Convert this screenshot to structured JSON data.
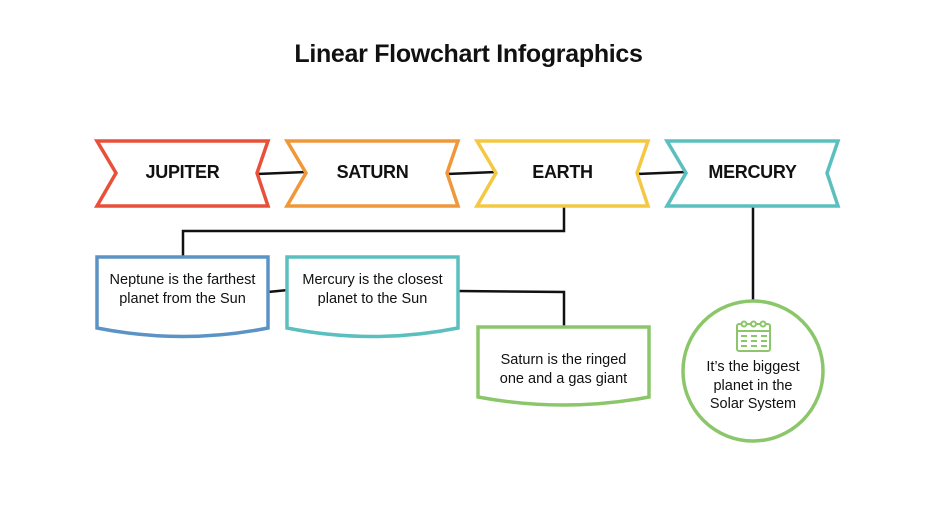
{
  "title": "Linear Flowchart Infographics",
  "colors": {
    "red": "#e8503a",
    "orange": "#f0973a",
    "yellow": "#f4c842",
    "teal": "#5bbfbf",
    "blue": "#5b93c4",
    "green": "#8bc76a",
    "line": "#111111"
  },
  "ribbons": [
    {
      "label": "JUPITER",
      "color": "#e8503a"
    },
    {
      "label": "SATURN",
      "color": "#f0973a"
    },
    {
      "label": "EARTH",
      "color": "#f4c842"
    },
    {
      "label": "MERCURY",
      "color": "#5bbfbf"
    }
  ],
  "boxes": [
    {
      "text": "Neptune is the farthest planet from the Sun",
      "color": "#5b93c4"
    },
    {
      "text": "Mercury is the closest planet to the Sun",
      "color": "#5bbfbf"
    },
    {
      "text": "Saturn is the ringed one and a gas giant",
      "color": "#8bc76a"
    }
  ],
  "circle": {
    "text": "It’s the biggest planet in the Solar System",
    "icon": "calendar-icon",
    "color": "#8bc76a"
  }
}
